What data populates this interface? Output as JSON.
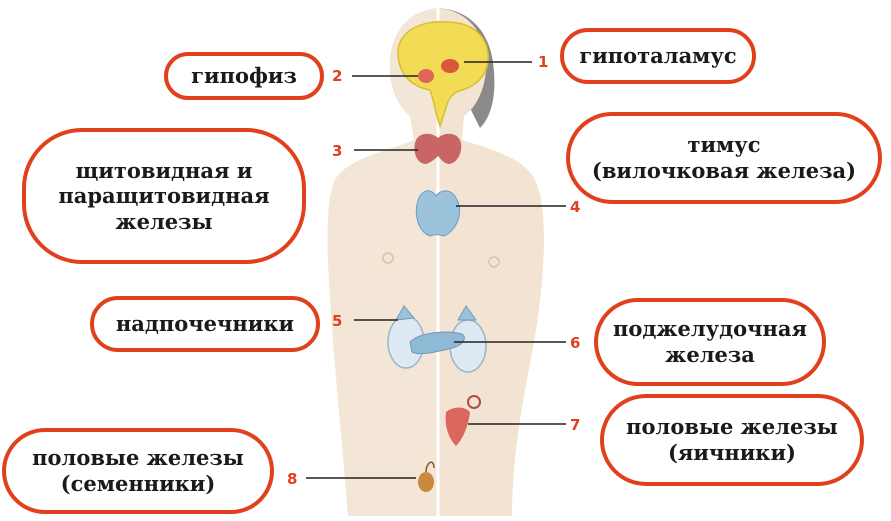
{
  "colors": {
    "outline": "#e0401c",
    "number": "#e0401c",
    "body": "#f2e3d3",
    "hair": "#7f7f7f",
    "brain": "#f3de53",
    "thyroid": "#cc6b6b",
    "thymus": "#9ec4dc",
    "kidney": "#dce8f2"
  },
  "labels": {
    "hypothalamus": "гипоталамус",
    "pituitary": "гипофиз",
    "thyroid": "щитовидная и\nпаращитовидная\nжелезы",
    "thymus": "тимус\n(вилочковая железа)",
    "adrenal": "надпочечники",
    "pancreas": "поджелудочная\nжелеза",
    "ovaries": "половые железы\n(яичники)",
    "testes": "половые железы\n(семенники)"
  },
  "numbers": [
    "1",
    "2",
    "3",
    "4",
    "5",
    "6",
    "7",
    "8"
  ]
}
